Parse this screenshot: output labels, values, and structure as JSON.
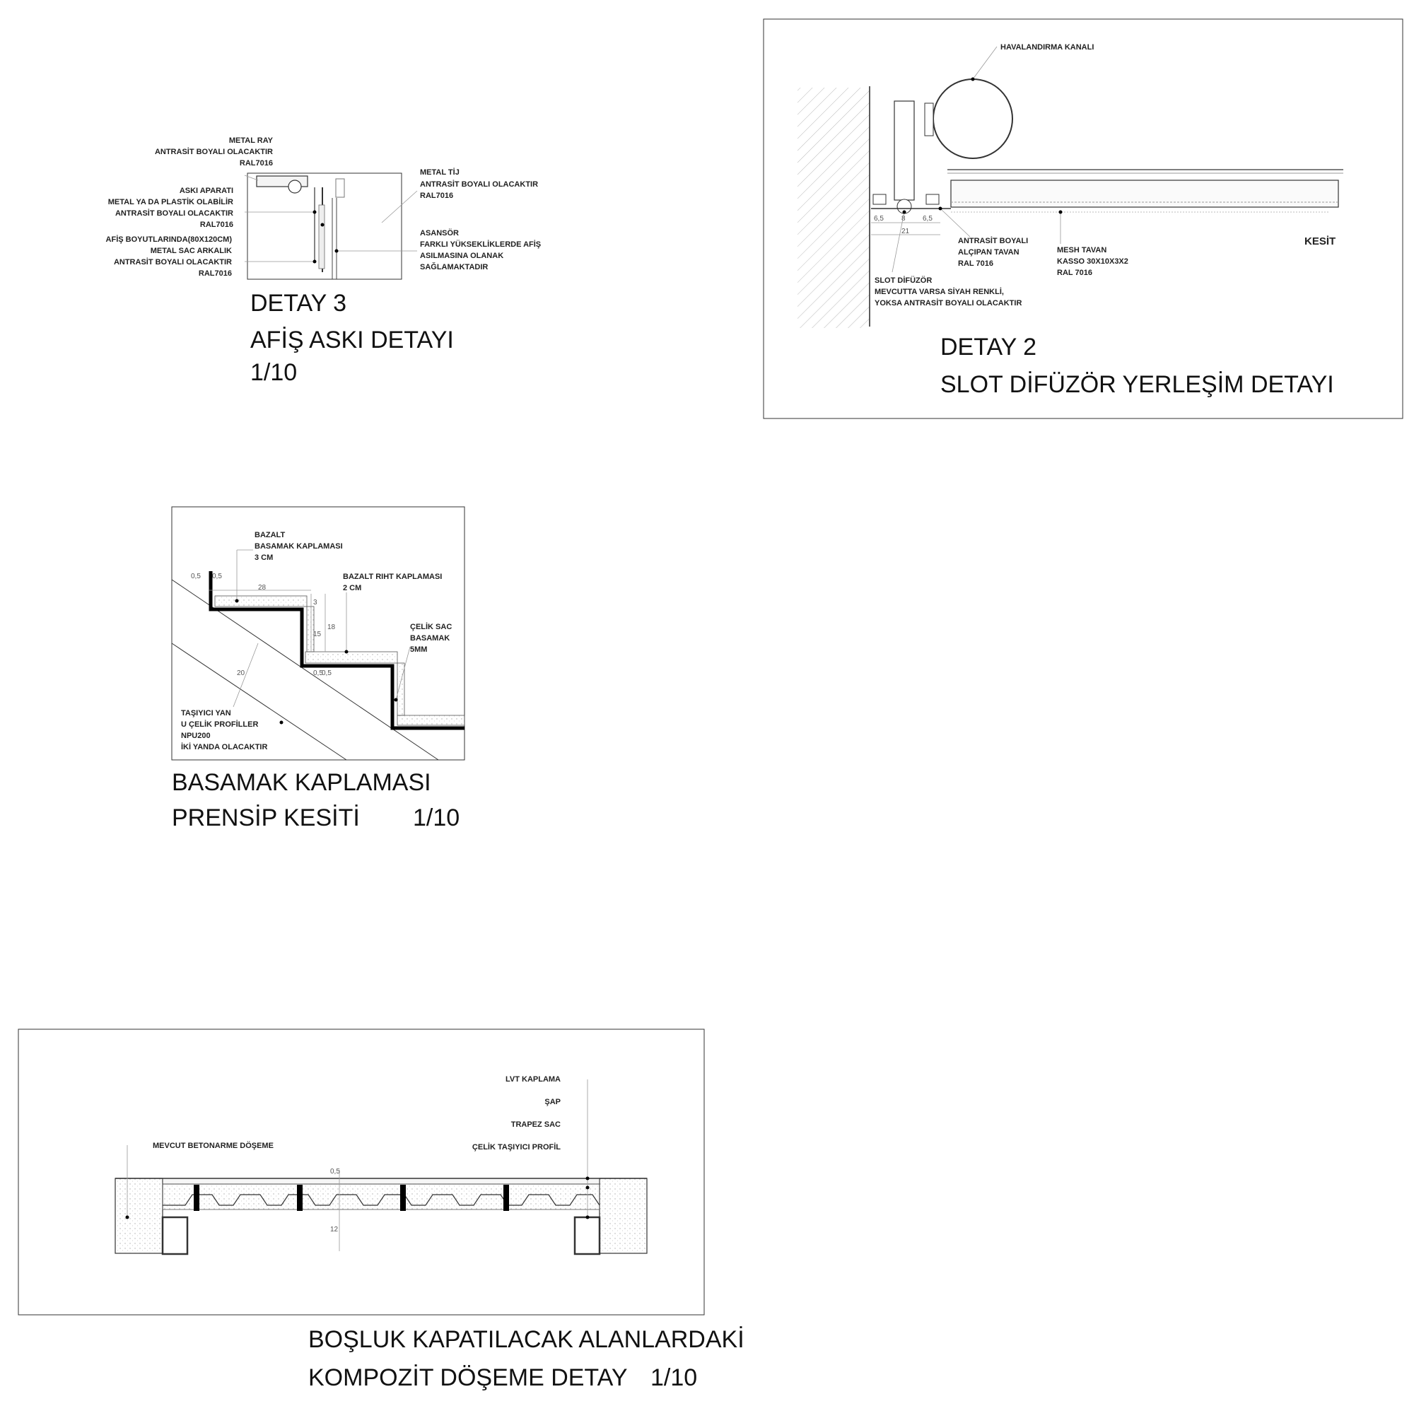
{
  "detail3": {
    "labels_left": [
      "METAL RAY",
      "ANTRASİT BOYALI OLACAKTIR",
      "RAL7016",
      "ASKI APARATI",
      "METAL YA DA PLASTİK OLABİLİR",
      "ANTRASİT BOYALI OLACAKTIR",
      "RAL7016",
      "AFİŞ BOYUTLARINDA(80X120CM)",
      "METAL SAC ARKALIK",
      "ANTRASİT BOYALI OLACAKTIR",
      "RAL7016"
    ],
    "labels_right": [
      "METAL TİJ",
      "ANTRASİT BOYALI OLACAKTIR",
      "RAL7016",
      "ASANSÖR",
      "FARKLI YÜKSEKLİKLERDE AFİŞ",
      "ASILMASINA OLANAK",
      "SAĞLAMAKTADIR"
    ],
    "title1": "DETAY 3",
    "title2": "AFİŞ ASKI DETAYI",
    "scale": "1/10"
  },
  "detail2": {
    "label_duct": "HAVALANDIRMA KANALI",
    "dims": [
      "6,5",
      "8",
      "6,5",
      "21"
    ],
    "label_ceiling": [
      "ANTRASİT BOYALI",
      "ALÇIPAN TAVAN",
      "RAL 7016"
    ],
    "label_mesh": [
      "MESH TAVAN",
      "KASSO 30X10X3X2",
      "RAL 7016"
    ],
    "label_section": "KESİT",
    "label_slot": [
      "SLOT DİFÜZÖR",
      "MEVCUTTA VARSA SİYAH RENKLİ,",
      "YOKSA ANTRASİT BOYALI OLACAKTIR"
    ],
    "title1": "DETAY 2",
    "title2": "SLOT DİFÜZÖR YERLEŞİM DETAYI"
  },
  "stair": {
    "label_tread": [
      "BAZALT",
      "BASAMAK KAPLAMASI",
      "3 CM"
    ],
    "label_riser": [
      "BAZALT  RIHT KAPLAMASI",
      "2 CM"
    ],
    "label_steel": [
      "ÇELİK SAC",
      "BASAMAK",
      "5MM"
    ],
    "label_carrier": [
      "TAŞIYICI YAN",
      "U ÇELİK PROFİLLER",
      "NPU200",
      "İKİ YANDA OLACAKTIR"
    ],
    "dims": [
      "0,5",
      "0,5",
      "28",
      "3",
      "18",
      "15",
      "0,5",
      "0,5",
      "20"
    ],
    "title1": "BASAMAK KAPLAMASI",
    "title2": "PRENSİP KESİTİ",
    "scale": "1/10"
  },
  "floor": {
    "label_existing": "MEVCUT BETONARME DÖŞEME",
    "labels_right": [
      "LVT KAPLAMA",
      "ŞAP",
      "TRAPEZ SAC",
      "ÇELİK TAŞIYICI PROFİL"
    ],
    "dims": [
      "0,5",
      "12"
    ],
    "title1": "BOŞLUK KAPATILACAK ALANLARDAKİ",
    "title2": "KOMPOZİT DÖŞEME DETAY",
    "scale": "1/10"
  }
}
